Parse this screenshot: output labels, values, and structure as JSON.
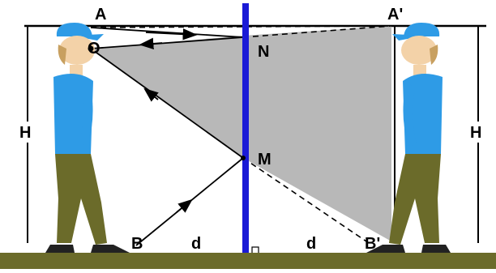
{
  "labels": {
    "A": "A",
    "A_prime": "A'",
    "O": "O",
    "N": "N",
    "M": "M",
    "B": "B",
    "B_prime": "B'",
    "H_left": "H",
    "H_right": "H",
    "d_left": "d",
    "d_right": "d"
  },
  "colors": {
    "ground": "#6b6b2a",
    "mirror": "#1a1ad6",
    "shade": "#b8b8b8",
    "shirt": "#2e9be6",
    "pants": "#6b6b2a",
    "cap": "#2e9be6",
    "skin": "#f3d2a8",
    "hair": "#c8a060",
    "line": "#000000"
  },
  "icons": {
    "left_person": "person-figure-icon",
    "right_person": "person-reflection-icon"
  }
}
